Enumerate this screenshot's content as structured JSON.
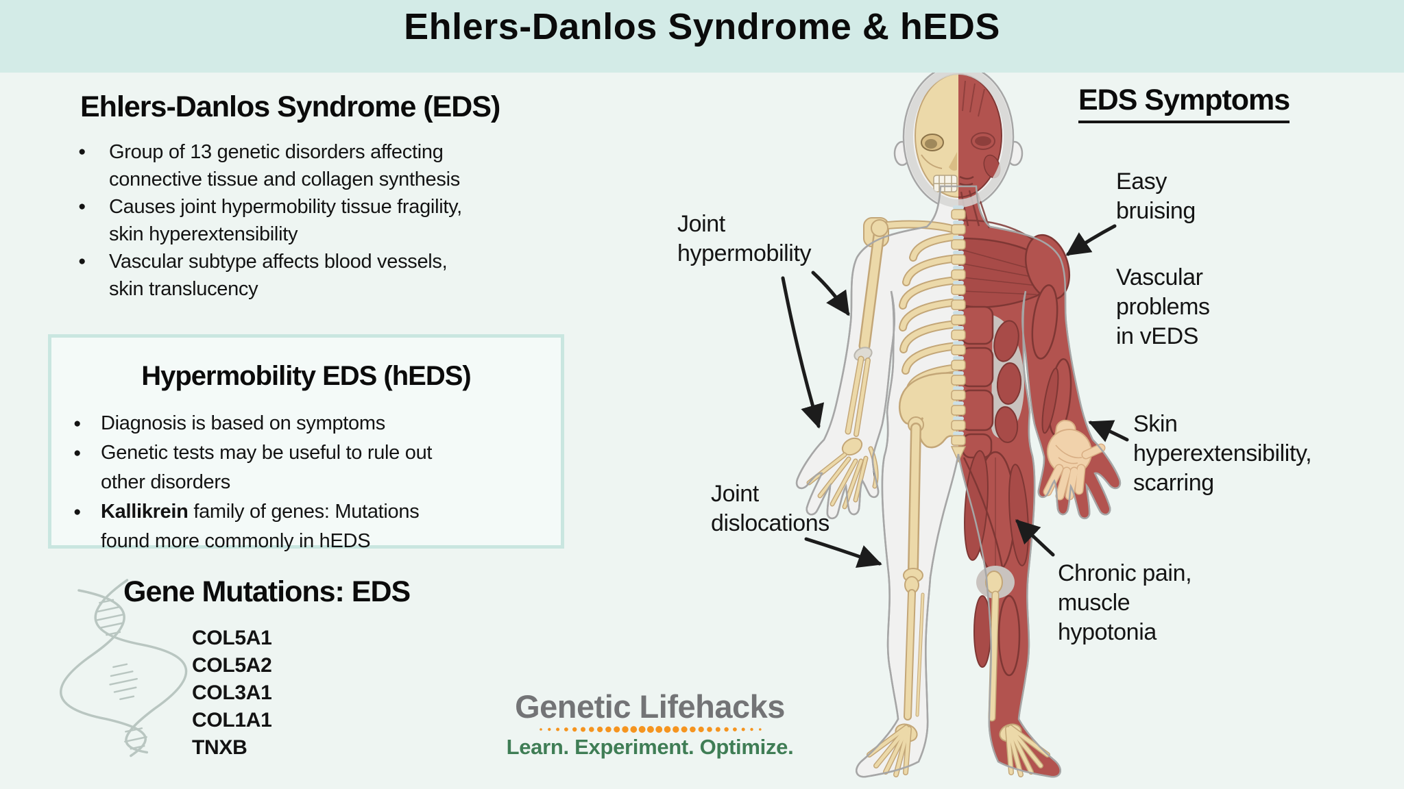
{
  "title": "Ehlers-Danlos Syndrome & hEDS",
  "eds_section": {
    "heading": "Ehlers-Danlos Syndrome (EDS)",
    "bullets": [
      [
        "Group of 13 genetic disorders affecting",
        "connective tissue and collagen synthesis"
      ],
      [
        "Causes joint hypermobility tissue fragility,",
        "skin hyperextensibility"
      ],
      [
        "Vascular subtype affects blood vessels,",
        "skin translucency"
      ]
    ]
  },
  "heds_box": {
    "heading": "Hypermobility EDS (hEDS)",
    "bullets": [
      [
        "Diagnosis is based on symptoms"
      ],
      [
        "Genetic tests may be useful to rule out",
        "other disorders"
      ],
      {
        "bold": "Kallikrein",
        "after": " family of genes: Mutations",
        "line2": "found more commonly in hEDS"
      }
    ]
  },
  "gene_section": {
    "heading": "Gene Mutations: EDS",
    "genes": [
      "COL5A1",
      "COL5A2",
      "COL3A1",
      "COL1A1",
      "TNXB"
    ]
  },
  "logo": {
    "name": "Genetic Lifehacks",
    "tagline": "Learn. Experiment. Optimize."
  },
  "symptoms": {
    "heading": "EDS Symptoms",
    "joint_hypermobility": [
      "Joint",
      "hypermobility"
    ],
    "easy_bruising": [
      "Easy",
      "bruising"
    ],
    "vascular": [
      "Vascular",
      "problems",
      "in vEDS"
    ],
    "skin": [
      "Skin",
      "hyperextensibility,",
      "scarring"
    ],
    "joint_dislocations": [
      "Joint",
      "dislocations"
    ],
    "chronic": [
      "Chronic pain,",
      "muscle",
      "hypotonia"
    ]
  },
  "icons": [
    "dna-helix-icon",
    "half-skeleton-half-muscle-figure",
    "annotation-arrows",
    "logo-dotted-divider",
    "bullet-dot-icon"
  ],
  "colors": {
    "background": "#eef5f2",
    "banner": "#d3ebe7",
    "box_bg": "#f4faf8",
    "box_border": "#c9e6e0",
    "text": "#131313",
    "muscle": "#b2534f",
    "muscle_mid": "#a84b48",
    "muscle_dark": "#7e3734",
    "bone": "#ecd9a9",
    "bone_dark": "#c3a677",
    "disc": "#ccdfe5",
    "silhouette": "#f1f1f0",
    "silhouette_line": "#a6a6a6",
    "gray_patch": "#c9c3bf",
    "flesh": "#f1d2ab",
    "flesh_dark": "#d8ae84",
    "helix": "#b9c6c1",
    "logo_gray": "#737476",
    "logo_green": "#3f7d55",
    "logo_orange": "#f5941f",
    "arrow": "#1c1c1c"
  }
}
